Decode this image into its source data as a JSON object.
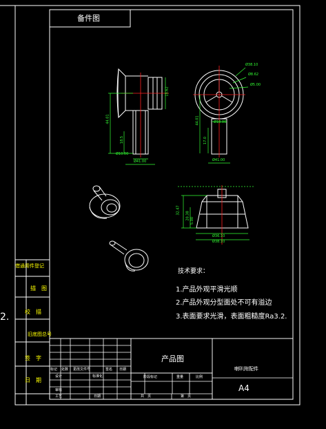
{
  "header": {
    "drawing_number_label": "备件图"
  },
  "side_panel": {
    "labels": [
      "借通用件登记",
      "描　图",
      "校　描",
      "旧底图总号",
      "签　字",
      "日　期"
    ],
    "edge_text": "2."
  },
  "dimensions": {
    "front_view": {
      "height": "44.01",
      "mid": "18.5",
      "right": "15.62",
      "bottom_inner": "Ø10.00",
      "bottom_outer": "Ø41.00"
    },
    "side_view": {
      "d1": "Ø38.10",
      "d2": "Ø8.62",
      "d3": "Ø5.00",
      "height": "44.01",
      "mid": "17.0",
      "hub": "Ø18.00",
      "bottom": "Ø41.00"
    },
    "section_view": {
      "height": "32.47",
      "inner": "20.38",
      "small": "5.00",
      "d_inner": "Ø36.10",
      "d_outer": "Ø38.10"
    }
  },
  "tech_notes": {
    "title": "技术要求：",
    "items": [
      "1.产品外观平滑光顺",
      "2.产品外观分型面处不可有溢边",
      "3.表面要求光滑，表面粗糙度Ra3.2."
    ]
  },
  "title_block": {
    "center_title": "产品图",
    "part_name": "喇叭附配件",
    "sheet_size": "A4",
    "row_labels": [
      "标记",
      "处数",
      "更改文件号",
      "签名",
      "日期"
    ],
    "designer_label": "设计",
    "standard_label": "标准化",
    "review_label": "审核",
    "process_label": "工艺",
    "date_label": "日期",
    "stage_label": "阶段标记",
    "weight_label": "重量",
    "scale_label": "比例",
    "sheet_label": "共　页",
    "page_label": "第　页"
  },
  "colors": {
    "frame": "#ffffff",
    "part": "#ffffff",
    "dimension": "#33ff33",
    "centerline": "#ff2020",
    "side_text": "#ffff00"
  }
}
